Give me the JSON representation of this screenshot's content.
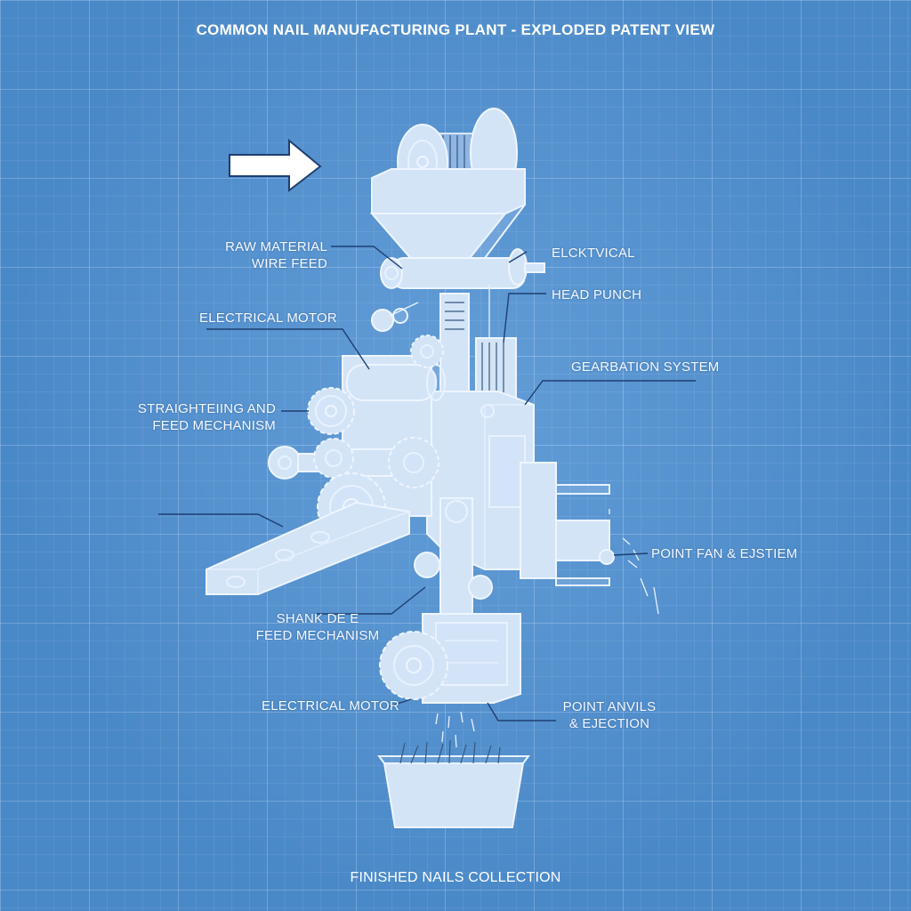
{
  "diagram": {
    "title": "COMMON NAIL MANUFACTURING PLANT - EXPLODED PATENT VIEW",
    "footer": "FINISHED NAILS COLLECTION",
    "colors": {
      "background": "#4e90d2",
      "grid": "#bedcff",
      "part_fill": "#d3e4f7",
      "line": "#e8f2ff",
      "leader": "#1e3f73"
    },
    "labels": {
      "raw_material_line1": "RAW MATERIAL",
      "raw_material_line2": "WIRE FEED",
      "electrical_top": "ELCKTVICAL",
      "head_punch": "HEAD PUNCH",
      "electrical_motor_top": "ELECTRICAL MOTOR",
      "gearbation_system": "GEARBATION SYSTEM",
      "straightening_line1": "STRAIGHTEIING AND",
      "straightening_line2": "FEED MECHANISM",
      "point_fan": "POINT FAN & EJSTIEM",
      "shank_line1": "SHANK DE E",
      "shank_line2": "FEED MECHANISM",
      "electrical_motor_bottom": "ELECTRICAL MOTOR",
      "point_anvils_line1": "POINT ANVILS",
      "point_anvils_line2": "& EJECTION"
    },
    "icons": [
      "arrow-right-icon"
    ]
  }
}
